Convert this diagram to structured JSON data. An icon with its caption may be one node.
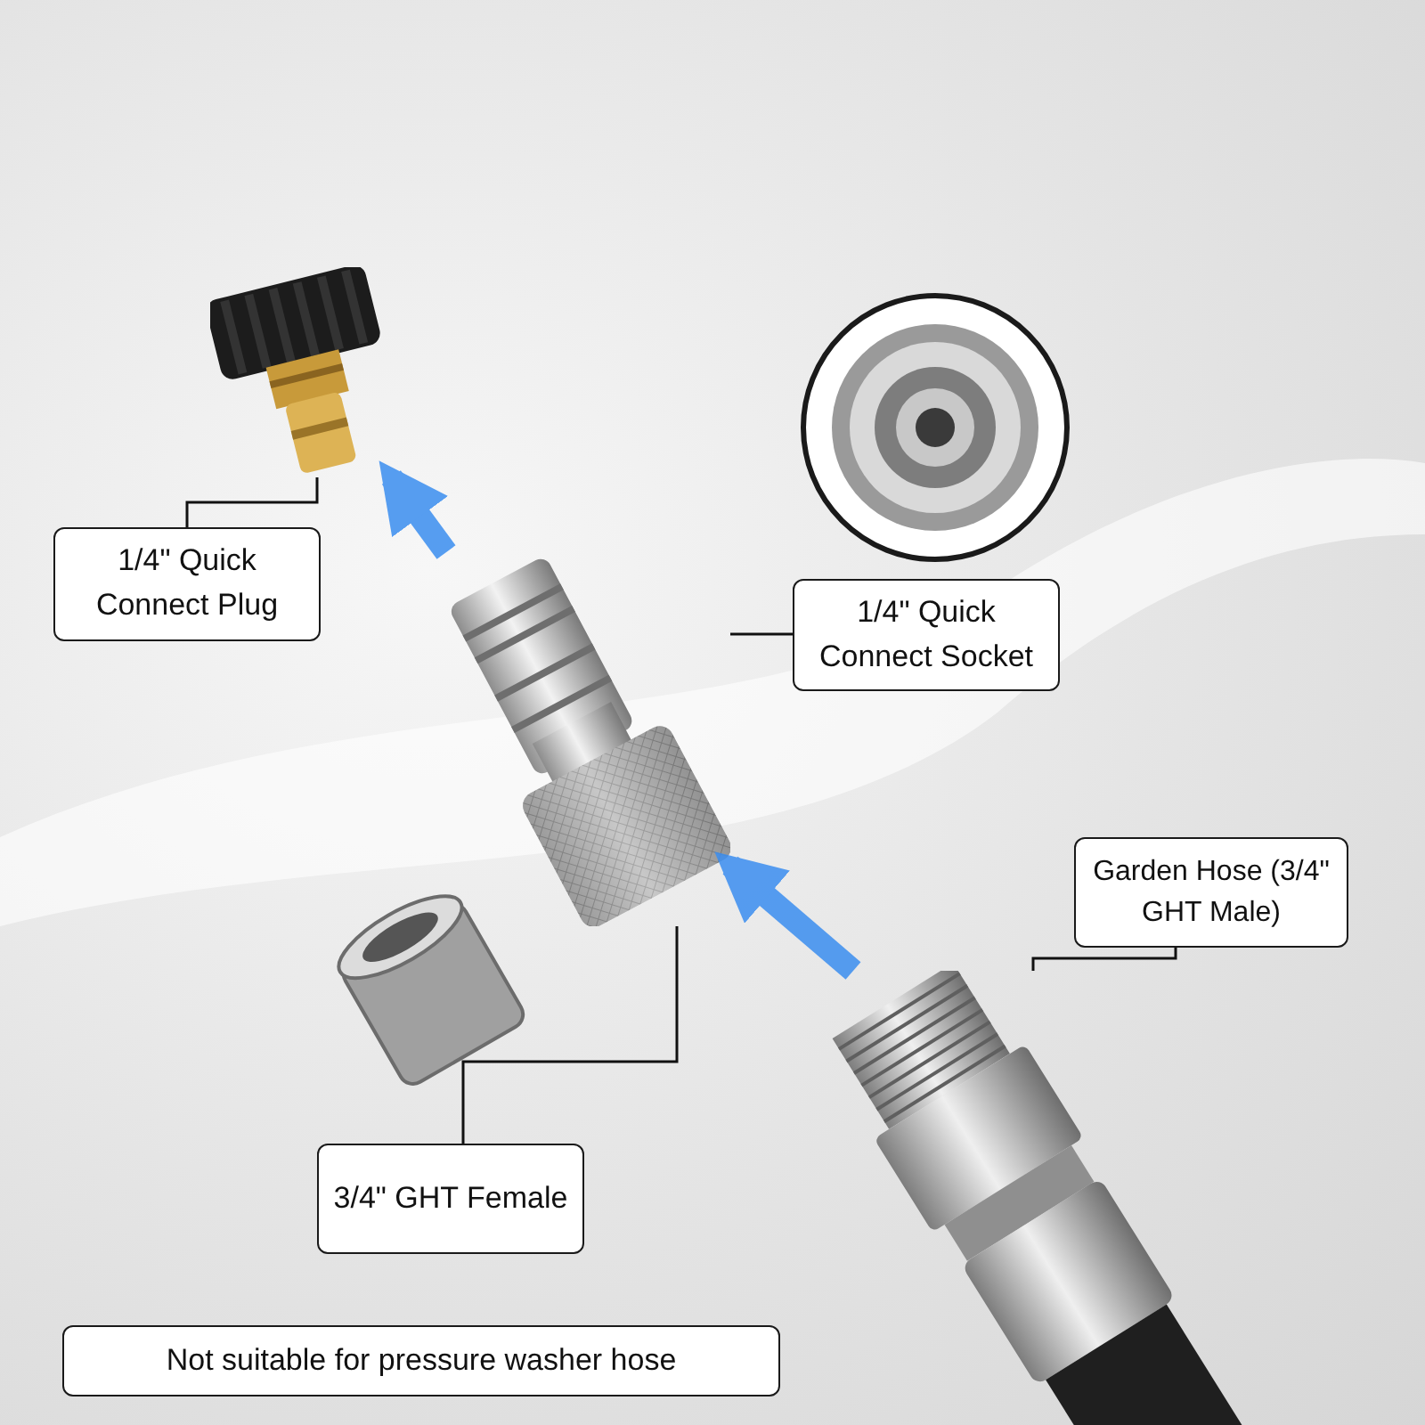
{
  "diagram": {
    "nodes": [
      {
        "text": [
          "1/4\" Quick Connect Plug"
        ]
      },
      {
        "text": [],
        "shape": "picture"
      },
      {
        "text": [],
        "shape": "picture"
      },
      {
        "text": [
          "1/4\" Quick Connect Socket"
        ]
      },
      {
        "text": [
          "Garden Hose (3/4\" GHT Male)"
        ]
      },
      {
        "text": [],
        "shape": "picture"
      },
      {
        "text": [
          "3/4\" GHT Female"
        ]
      },
      {
        "text": [
          "Not suitable for pressure washer hose"
        ]
      }
    ],
    "edges": [
      {
        "from": 0,
        "to": 1,
        "arrow": "none"
      },
      {
        "from": 3,
        "to": 2,
        "arrow": "none"
      },
      {
        "from": 4,
        "to": 5,
        "arrow": "none"
      },
      {
        "from": 6,
        "to": 2,
        "arrow": "none"
      },
      {
        "from": 2,
        "to": 1,
        "arrow": "to",
        "style": "thick",
        "color": "#3b8ef0"
      },
      {
        "from": 5,
        "to": 2,
        "arrow": "to",
        "style": "thick",
        "color": "#3b8ef0"
      }
    ]
  }
}
